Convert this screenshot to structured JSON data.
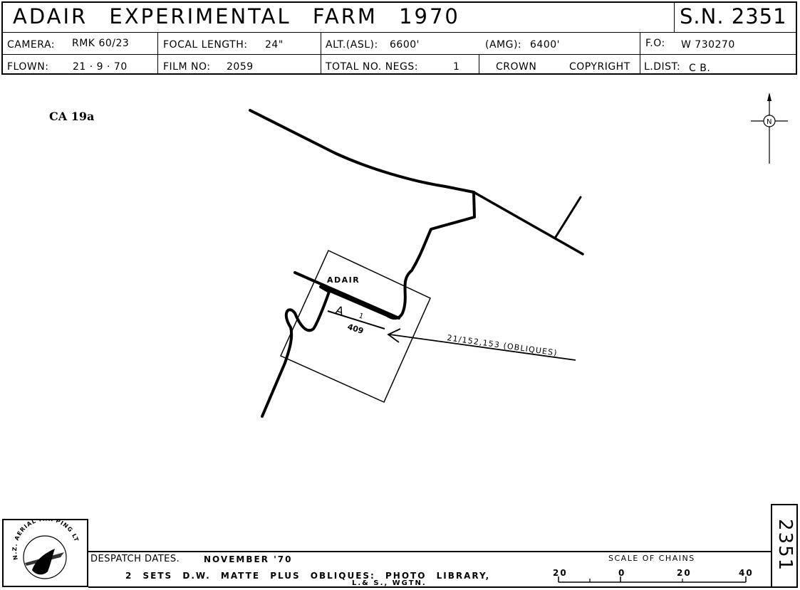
{
  "header": {
    "title": "ADAIR EXPERIMENTAL FARM 1970",
    "sn": "S.N. 2351",
    "camera_label": "CAMERA:",
    "camera_value": "RMK 60/23",
    "focal_label": "FOCAL LENGTH:",
    "focal_value": "24\"",
    "alt_asl_label": "ALT.(ASL):",
    "alt_asl_value": "6600'",
    "alt_amg_label": "(AMG):",
    "alt_amg_value": "6400'",
    "fo_label": "F.O:",
    "fo_value": "W 730270",
    "flown_label": "FLOWN:",
    "flown_value": "21 · 9 · 70",
    "film_label": "FILM NO:",
    "film_value": "2059",
    "negs_label": "TOTAL NO. NEGS:",
    "negs_value": "1",
    "crown": "CROWN",
    "copyright": "COPYRIGHT",
    "ldist_label": "L.DIST:",
    "ldist_value": "C B."
  },
  "map": {
    "ca_label": "CA 19a",
    "adair_label": "ADAIR",
    "run_letter": "A",
    "run_number": "1",
    "photo_number": "409",
    "obliques_label": "21/152,153 (OBLIQUES)",
    "north_label": "N"
  },
  "footer": {
    "despatch_label": "DESPATCH DATES.",
    "despatch_value": "NOVEMBER '70",
    "sets_line": "2 SETS D.W. MATTE PLUS OBLIQUES: PHOTO LIBRARY,",
    "sets_line2": "L.& S., WGTN.",
    "scale_title": "SCALE OF CHAINS",
    "scale_ticks": [
      "20",
      "0",
      "20",
      "40"
    ],
    "sn_vertical": "2351",
    "logo_text": "N.Z. AERIAL MAPPING LTD."
  }
}
